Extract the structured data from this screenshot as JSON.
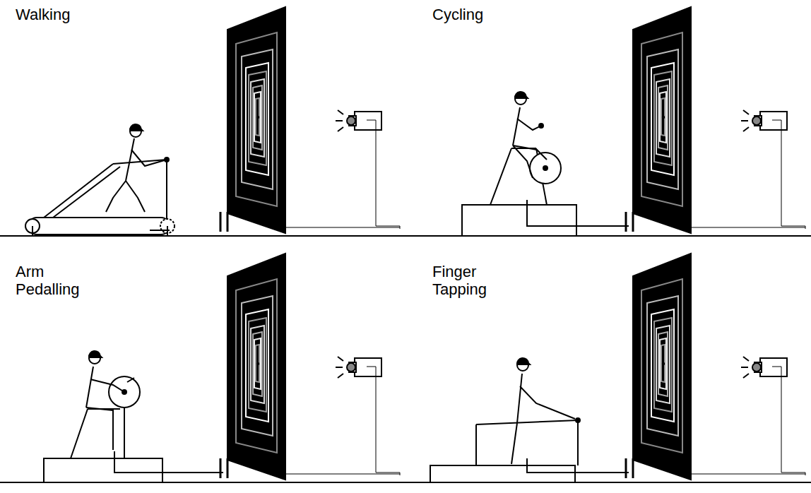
{
  "diagram": {
    "labels": [
      "Walking",
      "Cycling",
      "Arm Pedalling",
      "Finger Tapping"
    ]
  }
}
